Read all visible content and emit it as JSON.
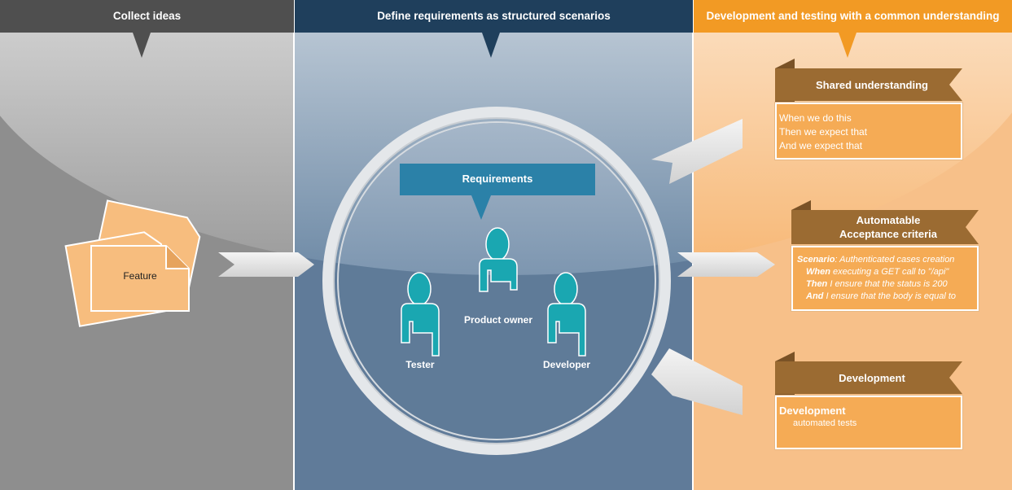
{
  "columns": [
    {
      "title": "Collect ideas",
      "color": "#4f4f4f"
    },
    {
      "title": "Define requirements as structured scenarios",
      "color": "#1f3f5c"
    },
    {
      "title": "Development and testing with a common understanding",
      "color": "#f29a24"
    }
  ],
  "feature": {
    "label": "Feature"
  },
  "requirements": {
    "label": "Requirements"
  },
  "roles": {
    "product_owner": "Product owner",
    "tester": "Tester",
    "developer": "Developer"
  },
  "shared": {
    "title": "Shared understanding",
    "lines": [
      "When we do this",
      "Then we expect that",
      "And we expect that"
    ]
  },
  "acceptance": {
    "title_line1": "Automatable",
    "title_line2": "Acceptance criteria",
    "rows": [
      {
        "keyword": "Scenario",
        "text": ": Authenticated cases creation"
      },
      {
        "keyword": "When",
        "text": " executing a GET call to \"/api\""
      },
      {
        "keyword": "Then",
        "text": " I ensure that the status is 200"
      },
      {
        "keyword": "And",
        "text": " I ensure that the body is equal to"
      }
    ]
  },
  "development": {
    "title": "Development",
    "heading": "Development",
    "sub": "automated tests"
  },
  "colors": {
    "ribbon": "#9b6b32",
    "ribbon_dark": "#7a5226",
    "box": "#f5ab55",
    "person": "#1aa7b1",
    "requirements": "#2b81a8"
  }
}
